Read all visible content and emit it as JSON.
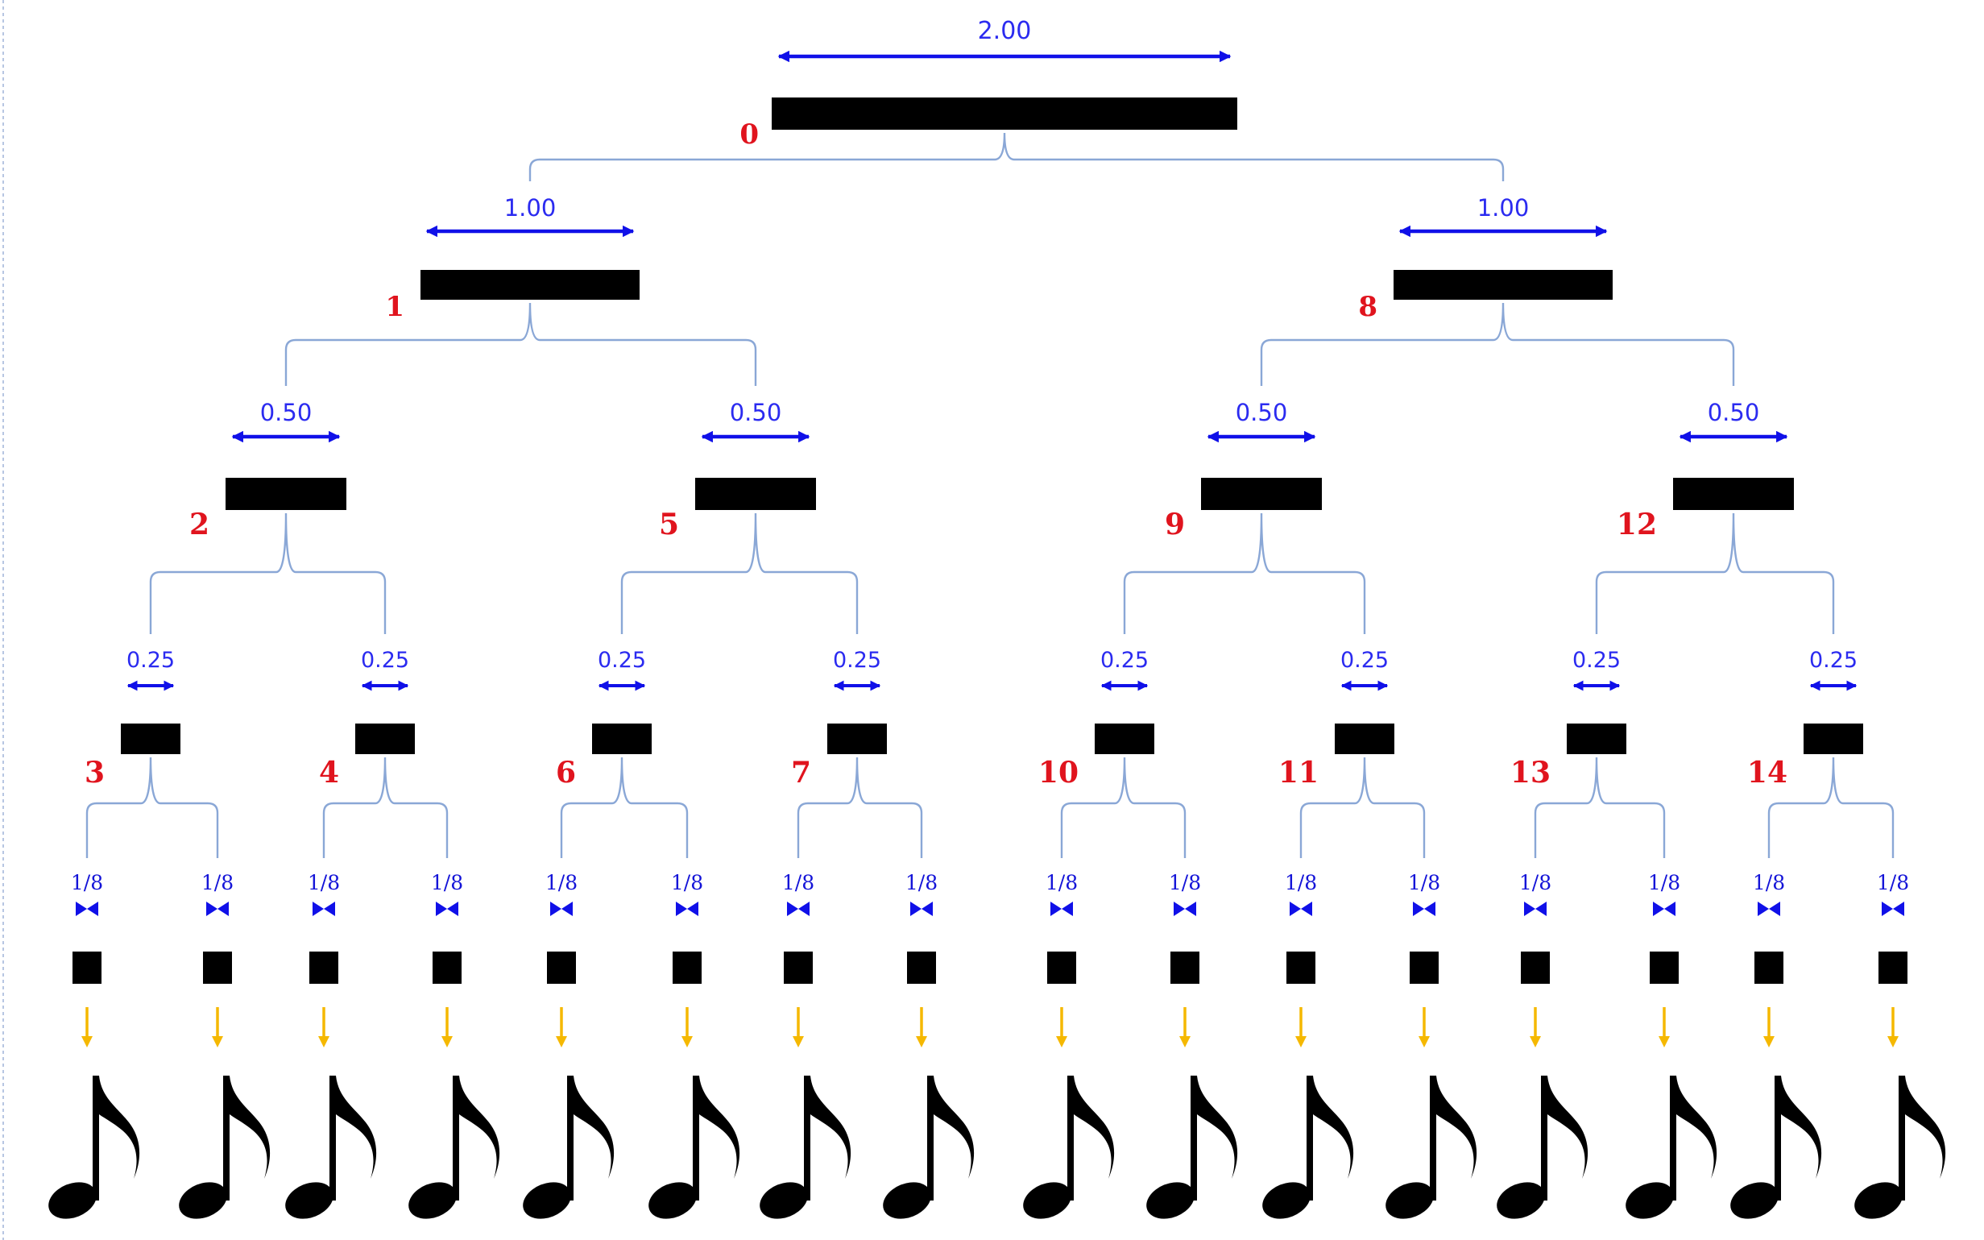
{
  "colors": {
    "bar": "#000000",
    "node_id": "#e0141e",
    "dimension": "#1010e8",
    "bracket": "#8aa7d6",
    "output_arrow": "#f5b800",
    "note": "#000000"
  },
  "levels": [
    {
      "duration": "2.00",
      "nodes": [
        {
          "id": "0"
        }
      ]
    },
    {
      "duration": "1.00",
      "nodes": [
        {
          "id": "1"
        },
        {
          "id": "8"
        }
      ]
    },
    {
      "duration": "0.50",
      "nodes": [
        {
          "id": "2"
        },
        {
          "id": "5"
        },
        {
          "id": "9"
        },
        {
          "id": "12"
        }
      ]
    },
    {
      "duration": "0.25",
      "nodes": [
        {
          "id": "3"
        },
        {
          "id": "4"
        },
        {
          "id": "6"
        },
        {
          "id": "7"
        },
        {
          "id": "10"
        },
        {
          "id": "11"
        },
        {
          "id": "13"
        },
        {
          "id": "14"
        }
      ]
    },
    {
      "duration": "1/8",
      "nodes": [
        {},
        {},
        {},
        {},
        {},
        {},
        {},
        {},
        {},
        {},
        {},
        {},
        {},
        {},
        {},
        {}
      ]
    }
  ],
  "leaf_output": {
    "icon": "eighth-note-icon",
    "arrow_icon": "down-arrow-icon",
    "count": 16
  }
}
